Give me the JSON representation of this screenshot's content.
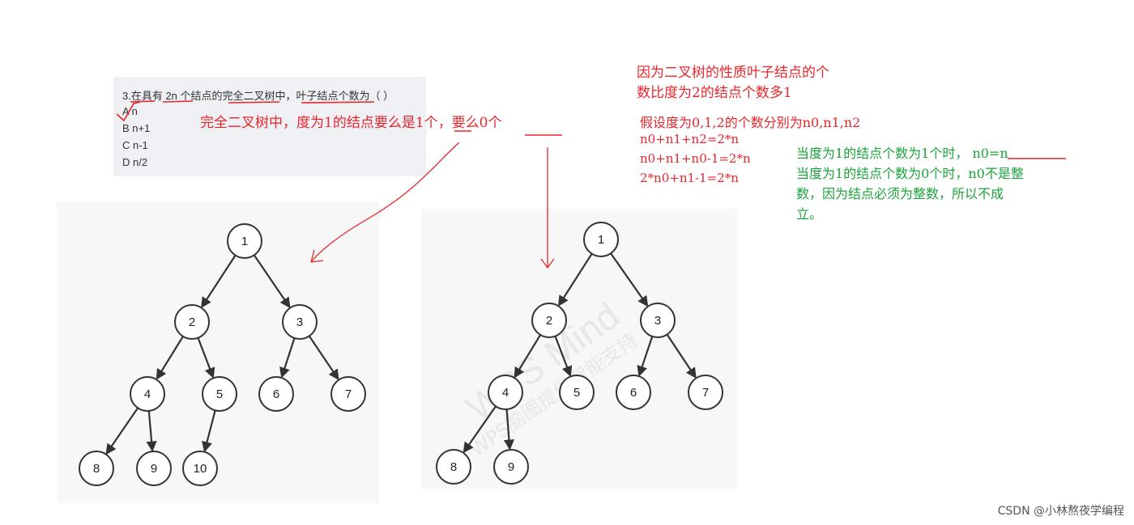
{
  "question": {
    "title": "3.在具有 2n 个结点的完全二叉树中，叶子结点个数为（ ）",
    "options": [
      "A n",
      "B n+1",
      "C n-1",
      "D n/2"
    ]
  },
  "notes": {
    "complete_tree": "完全二叉树中，度为1的结点要么是1个，要么0个",
    "property_line1": "因为二叉树的性质叶子结点的个",
    "property_line2": "数比度为2的结点个数多1",
    "assume": "假设度为0,1,2的个数分别为n0,n1,n2",
    "eq1": "n0+n1+n2=2*n",
    "eq2": "n0+n1+n0-1=2*n",
    "eq3": "2*n0+n1-1=2*n",
    "case1": "当度为1的结点个数为1个时， n0=n",
    "case2_line1": "当度为1的结点个数为0个时，n0不是整",
    "case2_line2": "数，因为结点必须为整数，所以不成",
    "case2_line3": "立。"
  },
  "tree_left": {
    "nodes": [
      "1",
      "2",
      "3",
      "4",
      "5",
      "6",
      "7",
      "8",
      "9",
      "10"
    ]
  },
  "tree_right": {
    "nodes": [
      "1",
      "2",
      "3",
      "4",
      "5",
      "6",
      "7",
      "8",
      "9"
    ]
  },
  "watermark": {
    "brand": "WPS Mind",
    "sub": "WPS脑图提供智能支持"
  },
  "credit": "CSDN @小林熬夜学编程",
  "colors": {
    "annotation_red": "#e8252b",
    "annotation_green": "#1aa53a",
    "node_stroke": "#333333"
  }
}
